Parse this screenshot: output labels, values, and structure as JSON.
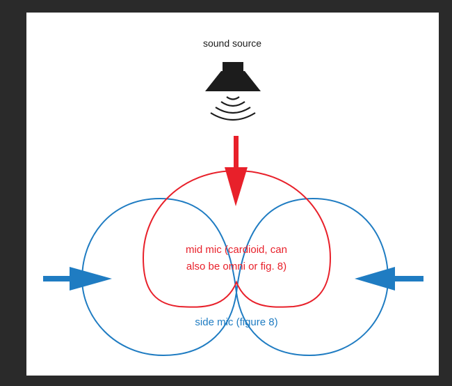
{
  "labels": {
    "sound_source": "sound source",
    "mid_mic_line1": "mid mic (cardioid, can",
    "mid_mic_line2": "also be omni or fig. 8)",
    "side_mic": "side mic (figure 8)"
  },
  "colors": {
    "frame": "#2a2a2a",
    "background": "#ffffff",
    "source": "#1c1c1c",
    "mid_mic": "#e8202a",
    "side_mic": "#1f7cc2"
  },
  "icons": {
    "source": "speaker-icon",
    "waves": "sound-waves-icon",
    "arrow_top": "arrow-down-icon",
    "arrow_left": "arrow-right-icon",
    "arrow_right": "arrow-left-icon"
  }
}
